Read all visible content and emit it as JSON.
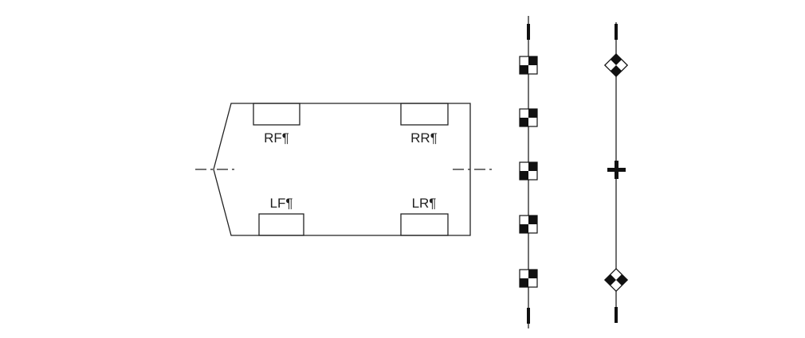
{
  "vehicle": {
    "wheels": [
      {
        "id": "rf",
        "label": "RF¶"
      },
      {
        "id": "rr",
        "label": "RR¶"
      },
      {
        "id": "lf",
        "label": "LF¶"
      },
      {
        "id": "lr",
        "label": "LR¶"
      }
    ]
  },
  "colors": {
    "stroke": "#222222",
    "fill": "#111111"
  }
}
